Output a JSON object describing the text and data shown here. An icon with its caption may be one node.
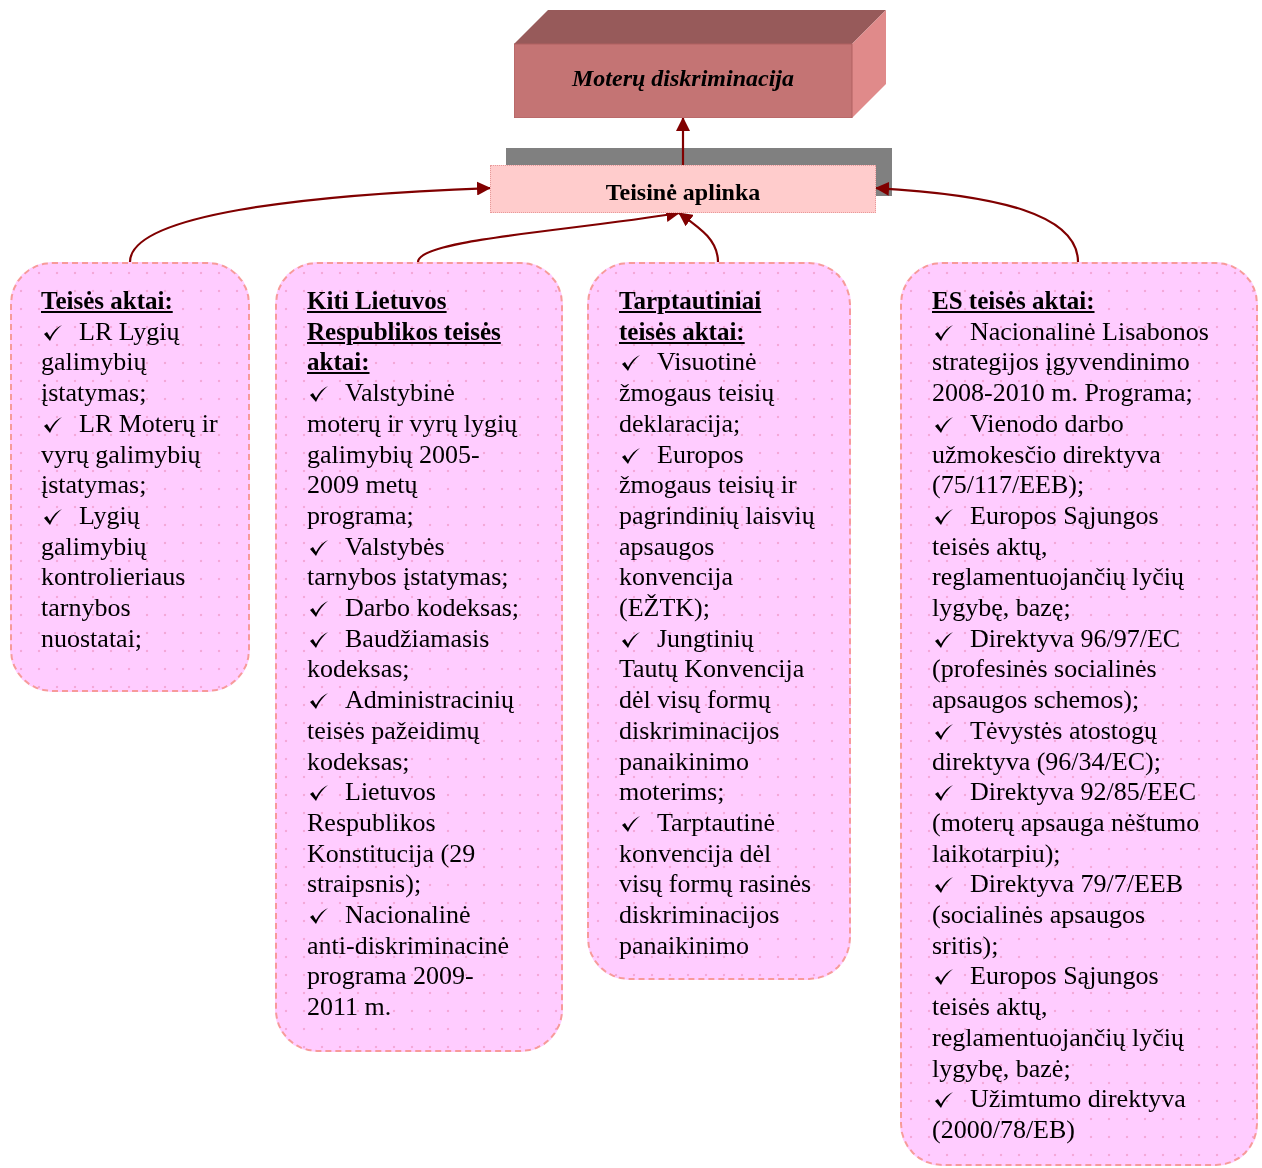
{
  "diagram": {
    "nodes": [
      {
        "text": [
          "Moterų diskriminacija"
        ]
      },
      {
        "text": [
          "Teisinė aplinka"
        ]
      },
      {
        "text": [
          "Teisės aktai:",
          "LR Lygių galimybių įstatymas;",
          "LR Moterų ir vyrų galimybių įstatymas;",
          "Lygių galimybių kontrolieriaus tarnybos nuostatai;"
        ]
      },
      {
        "text": [
          "Kiti Lietuvos Respublikos teisės aktai:",
          "Valstybinė moterų ir vyrų lygių galimybių 2005-2009 metų programa;",
          "Valstybės tarnybos įstatymas;",
          "Darbo kodeksas;",
          "Baudžiamasis kodeksas;",
          "Administracinių teisės pažeidimų kodeksas;",
          "Lietuvos Respublikos Konstitucija (29 straipsnis);",
          "Nacionalinė anti-diskriminacinė programa 2009-2011 m."
        ]
      },
      {
        "text": [
          "Tarptautiniai teisės aktai:",
          "Visuotinė žmogaus teisių deklaracija;",
          "Europos žmogaus teisių ir pagrindinių laisvių apsaugos konvencija (EŽTK);",
          "Jungtinių Tautų Konvencija dėl visų formų diskriminacijos panaikinimo moterims;",
          "Tarptautinė konvencija dėl visų formų rasinės diskriminacijos panaikinimo"
        ]
      },
      {
        "text": [
          "ES teisės aktai:",
          "Nacionalinė Lisabonos strategijos įgyvendinimo 2008-2010 m. Programa;",
          "Vienodo darbo užmokesčio direktyva (75/117/EEB);",
          "Europos Sąjungos teisės aktų, reglamentuojančių lyčių lygybę, bazę;",
          "Direktyva 96/97/EC (profesinės socialinės apsaugos schemos);",
          "Tėvystės atostogų direktyva (96/34/EC);",
          "Direktyva 92/85/EEC (moterų apsauga nėštumo laikotarpiu);",
          "Direktyva 79/7/EEB (socialinės apsaugos sritis);",
          "Europos Sąjungos teisės aktų, reglamentuojančių lyčių lygybę, bazė;",
          "Užimtumo direktyva (2000/78/EB)"
        ]
      }
    ],
    "edges": [
      {
        "from": 1,
        "to": 0,
        "arrow": "to"
      },
      {
        "from": 2,
        "to": 1,
        "arrow": "to"
      },
      {
        "from": 3,
        "to": 1,
        "arrow": "to"
      },
      {
        "from": 4,
        "to": 1,
        "arrow": "to"
      },
      {
        "from": 5,
        "to": 1,
        "arrow": "to"
      }
    ]
  }
}
